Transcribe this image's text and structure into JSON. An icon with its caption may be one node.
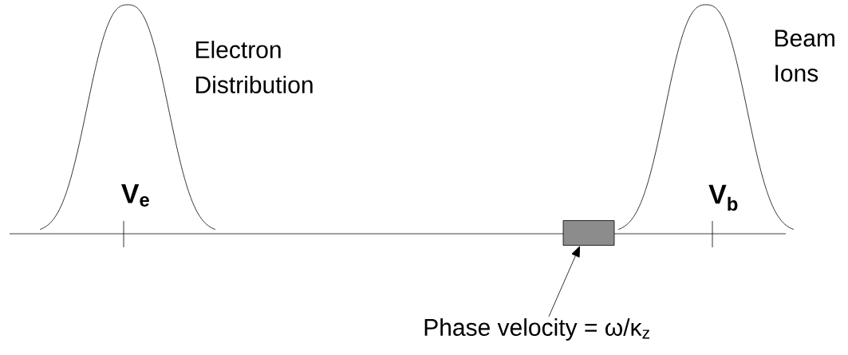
{
  "diagram": {
    "nodes": [
      {
        "text": [
          "Phase velocity = ω/κ$_{z}$"
        ]
      },
      {
        "text": [],
        "shape": "box"
      }
    ],
    "edges": [
      {
        "from": 0,
        "to": 1,
        "arrow": "to"
      }
    ],
    "labels": [
      "Electron Distribution",
      "Beam Ions",
      "V$_{e}$",
      "V$_{b}$"
    ]
  }
}
